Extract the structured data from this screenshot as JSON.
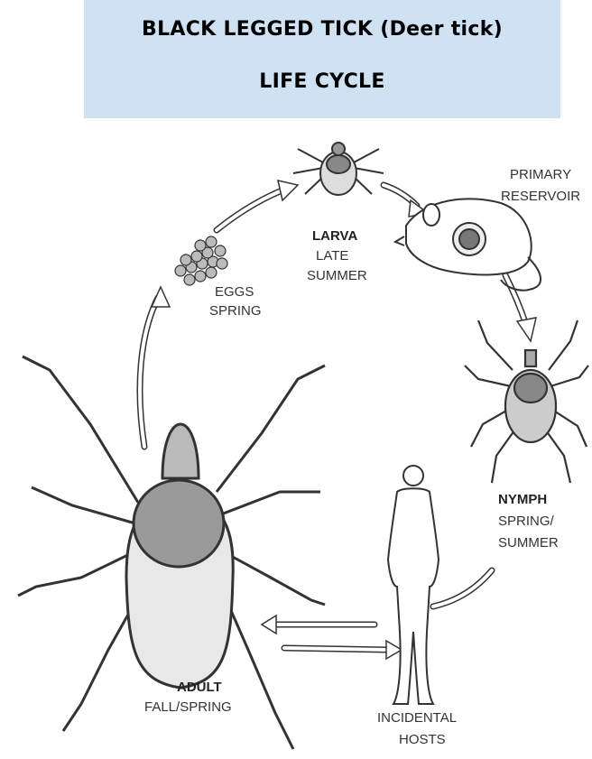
{
  "header": {
    "title_line1": "BLACK LEGGED TICK (Deer tick)",
    "title_line2": "LIFE CYCLE"
  },
  "stages": {
    "eggs": {
      "name": "EGGS",
      "season": "SPRING"
    },
    "larva": {
      "name": "LARVA",
      "season_line1": "LATE",
      "season_line2": "SUMMER"
    },
    "reservoir": {
      "line1": "PRIMARY",
      "line2": "RESERVOIR"
    },
    "nymph": {
      "name": "NYMPH",
      "season_line1": "SPRING/",
      "season_line2": "SUMMER"
    },
    "hosts": {
      "line1": "INCIDENTAL",
      "line2": "HOSTS"
    },
    "adult": {
      "name": "ADULT",
      "season": "FALL/SPRING"
    }
  },
  "colors": {
    "header_bg": "#cfe2f3",
    "ink": "#333333"
  }
}
